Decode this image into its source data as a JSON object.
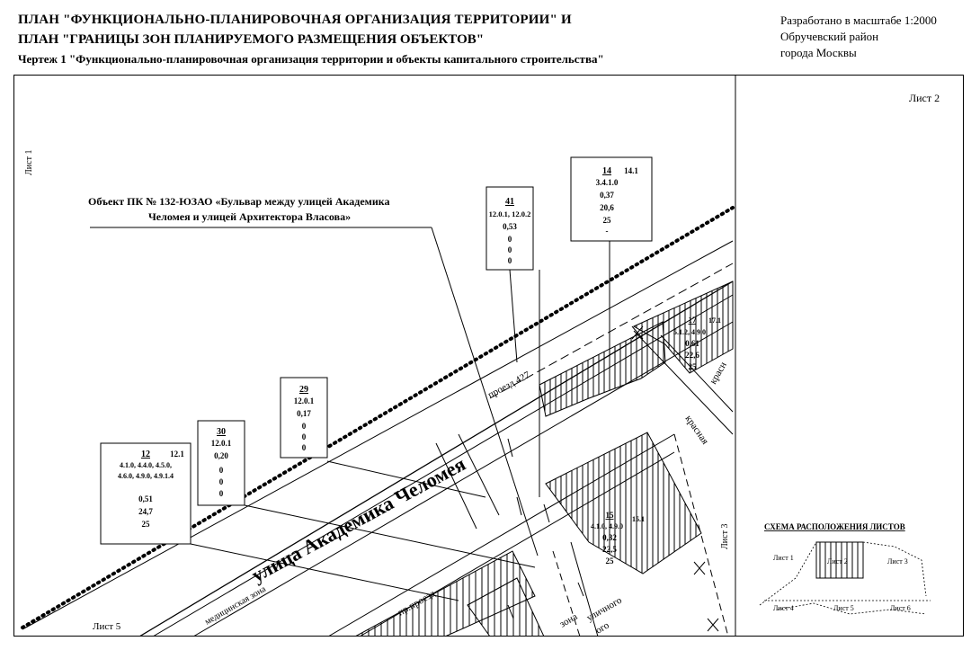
{
  "header": {
    "title_line1": "ПЛАН \"ФУНКЦИОНАЛЬНО-ПЛАНИРОВОЧНАЯ ОРГАНИЗАЦИЯ ТЕРРИТОРИИ\" И",
    "title_line2": "ПЛАН \"ГРАНИЦЫ ЗОН ПЛАНИРУЕМОГО РАЗМЕЩЕНИЯ ОБЪЕКТОВ\"",
    "subtitle": "Чертеж 1 \"Функционально-планировочная организация территории и объекты капитального строительства\"",
    "scale": "Разработано в масштабе 1:2000",
    "district": "Обручевский район",
    "city": "города  Москвы"
  },
  "sheets": {
    "current": "Лист 2",
    "left": "Лист 1",
    "bottom_left": "Лист 5",
    "right": "Лист 3"
  },
  "object_label": {
    "line1": "Объект ПК № 132-ЮЗАО «Бульвар между улицей Академика",
    "line2": "Челомея и улицей Архитектора Власова»"
  },
  "streets": {
    "main": "улица  Академика  Челомея",
    "proezd": "проезд 427",
    "pr_proezd": "пр.проезд",
    "medical": "медицинская зона",
    "krasnaya": "красная",
    "krasn2": "красн",
    "zona": "зона",
    "ulichnogo": "уличного",
    "ogo": "ого"
  },
  "parcels": [
    {
      "id": "41",
      "lines": [
        "12.0.1, 12.0.2",
        "0,53",
        "0",
        "0",
        "0"
      ]
    },
    {
      "id": "14",
      "extra": "14.1",
      "lines": [
        "3.4.1.0",
        "0,37",
        "20,6",
        "25",
        "-"
      ]
    },
    {
      "id": "29",
      "lines": [
        "12.0.1",
        "0,17",
        "0",
        "0",
        "0"
      ]
    },
    {
      "id": "30",
      "lines": [
        "12.0.1",
        "0,20",
        "0",
        "0",
        "0"
      ]
    },
    {
      "id": "12",
      "extra": "12.1",
      "lines": [
        "4.1.0, 4.4.0, 4.5.0,",
        "4.6.0, 4.9.0, 4.9.1.4",
        "0,51",
        "24,7",
        "25"
      ]
    },
    {
      "id": "17",
      "extra": "17.1",
      "lines": [
        "5.1.2, 4.9.0",
        "0,61",
        "22,6",
        "25"
      ]
    },
    {
      "id": "15",
      "extra": "15.1",
      "lines": [
        "4.1.0, 4.9.0",
        "0,32",
        "22,5",
        "25"
      ]
    }
  ],
  "inset": {
    "title": "СХЕМА РАСПОЛОЖЕНИЯ ЛИСТОВ",
    "sheet1": "Лист 1",
    "sheet2": "Лист 2",
    "sheet3": "Лист 3",
    "sheet4": "Лист 4",
    "sheet5": "Лист 5",
    "sheet6": "Лист 6"
  }
}
